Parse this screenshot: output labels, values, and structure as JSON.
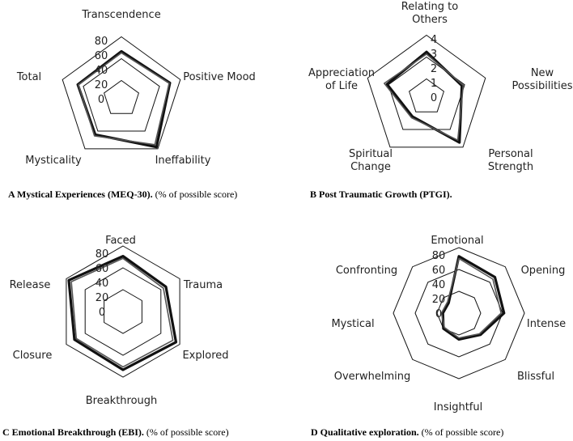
{
  "chart_data": [
    {
      "type": "radar",
      "panel": "A",
      "caption_bold": "Mystical Experiences (MEQ-30).",
      "caption_rest": " (% of possible score)",
      "axes": [
        "Transcendence",
        "Positive Mood",
        "Ineffability",
        "Mysticality",
        "Total"
      ],
      "ticks": [
        "0",
        "20",
        "40",
        "60",
        "80"
      ],
      "rmax": 80,
      "grid_levels": [
        25,
        55,
        85
      ],
      "series": [
        {
          "values": [
            65,
            70,
            82,
            61,
            63
          ]
        },
        {
          "values": [
            63,
            69,
            78,
            63,
            62
          ]
        }
      ]
    },
    {
      "type": "radar",
      "panel": "B",
      "caption_bold": "Post Traumatic Growth (PTGI).",
      "caption_rest": "",
      "axes": [
        "Relating to\nOthers",
        "New\nPossibilities",
        "Personal\nStrength",
        "Spiritual\nChange",
        "Appreciation\nof Life"
      ],
      "ticks": [
        "0",
        "1",
        "2",
        "3",
        "4"
      ],
      "rmax": 4,
      "grid_levels": [
        1.25,
        2.75,
        4.25
      ],
      "series": [
        {
          "values": [
            3.1,
            2.55,
            3.85,
            1.65,
            2.85
          ]
        },
        {
          "values": [
            2.95,
            2.65,
            3.65,
            1.75,
            3.05
          ]
        }
      ]
    },
    {
      "type": "radar",
      "panel": "C",
      "caption_bold": "Emotional Breakthrough (EBI).",
      "caption_rest": " (% of possible score)",
      "axes": [
        "Faced",
        "Trauma",
        "Explored",
        "Breakthrough",
        "Closure",
        "Release"
      ],
      "ticks": [
        "0",
        "20",
        "40",
        "60",
        "80"
      ],
      "rmax": 80,
      "grid_levels": [
        30,
        60,
        90
      ],
      "series": [
        {
          "values": [
            76,
            68,
            84,
            80,
            77,
            86
          ]
        },
        {
          "values": [
            73,
            64,
            79,
            76,
            74,
            82
          ]
        }
      ]
    },
    {
      "type": "radar",
      "panel": "D",
      "caption_bold": "Qualitative exploration.",
      "caption_rest": " (% of possible score)",
      "axes": [
        "Emotional",
        "Opening",
        "Intense",
        "Blissful",
        "Insightful",
        "Overwhelming",
        "Mystical",
        "Confronting"
      ],
      "ticks": [
        "0",
        "20",
        "40",
        "60",
        "80"
      ],
      "rmax": 80,
      "grid_levels": [
        30,
        60,
        90
      ],
      "series": [
        {
          "values": [
            78,
            70,
            62,
            42,
            36,
            30,
            22,
            20
          ]
        },
        {
          "values": [
            75,
            66,
            58,
            40,
            34,
            28,
            24,
            22
          ]
        }
      ]
    }
  ]
}
